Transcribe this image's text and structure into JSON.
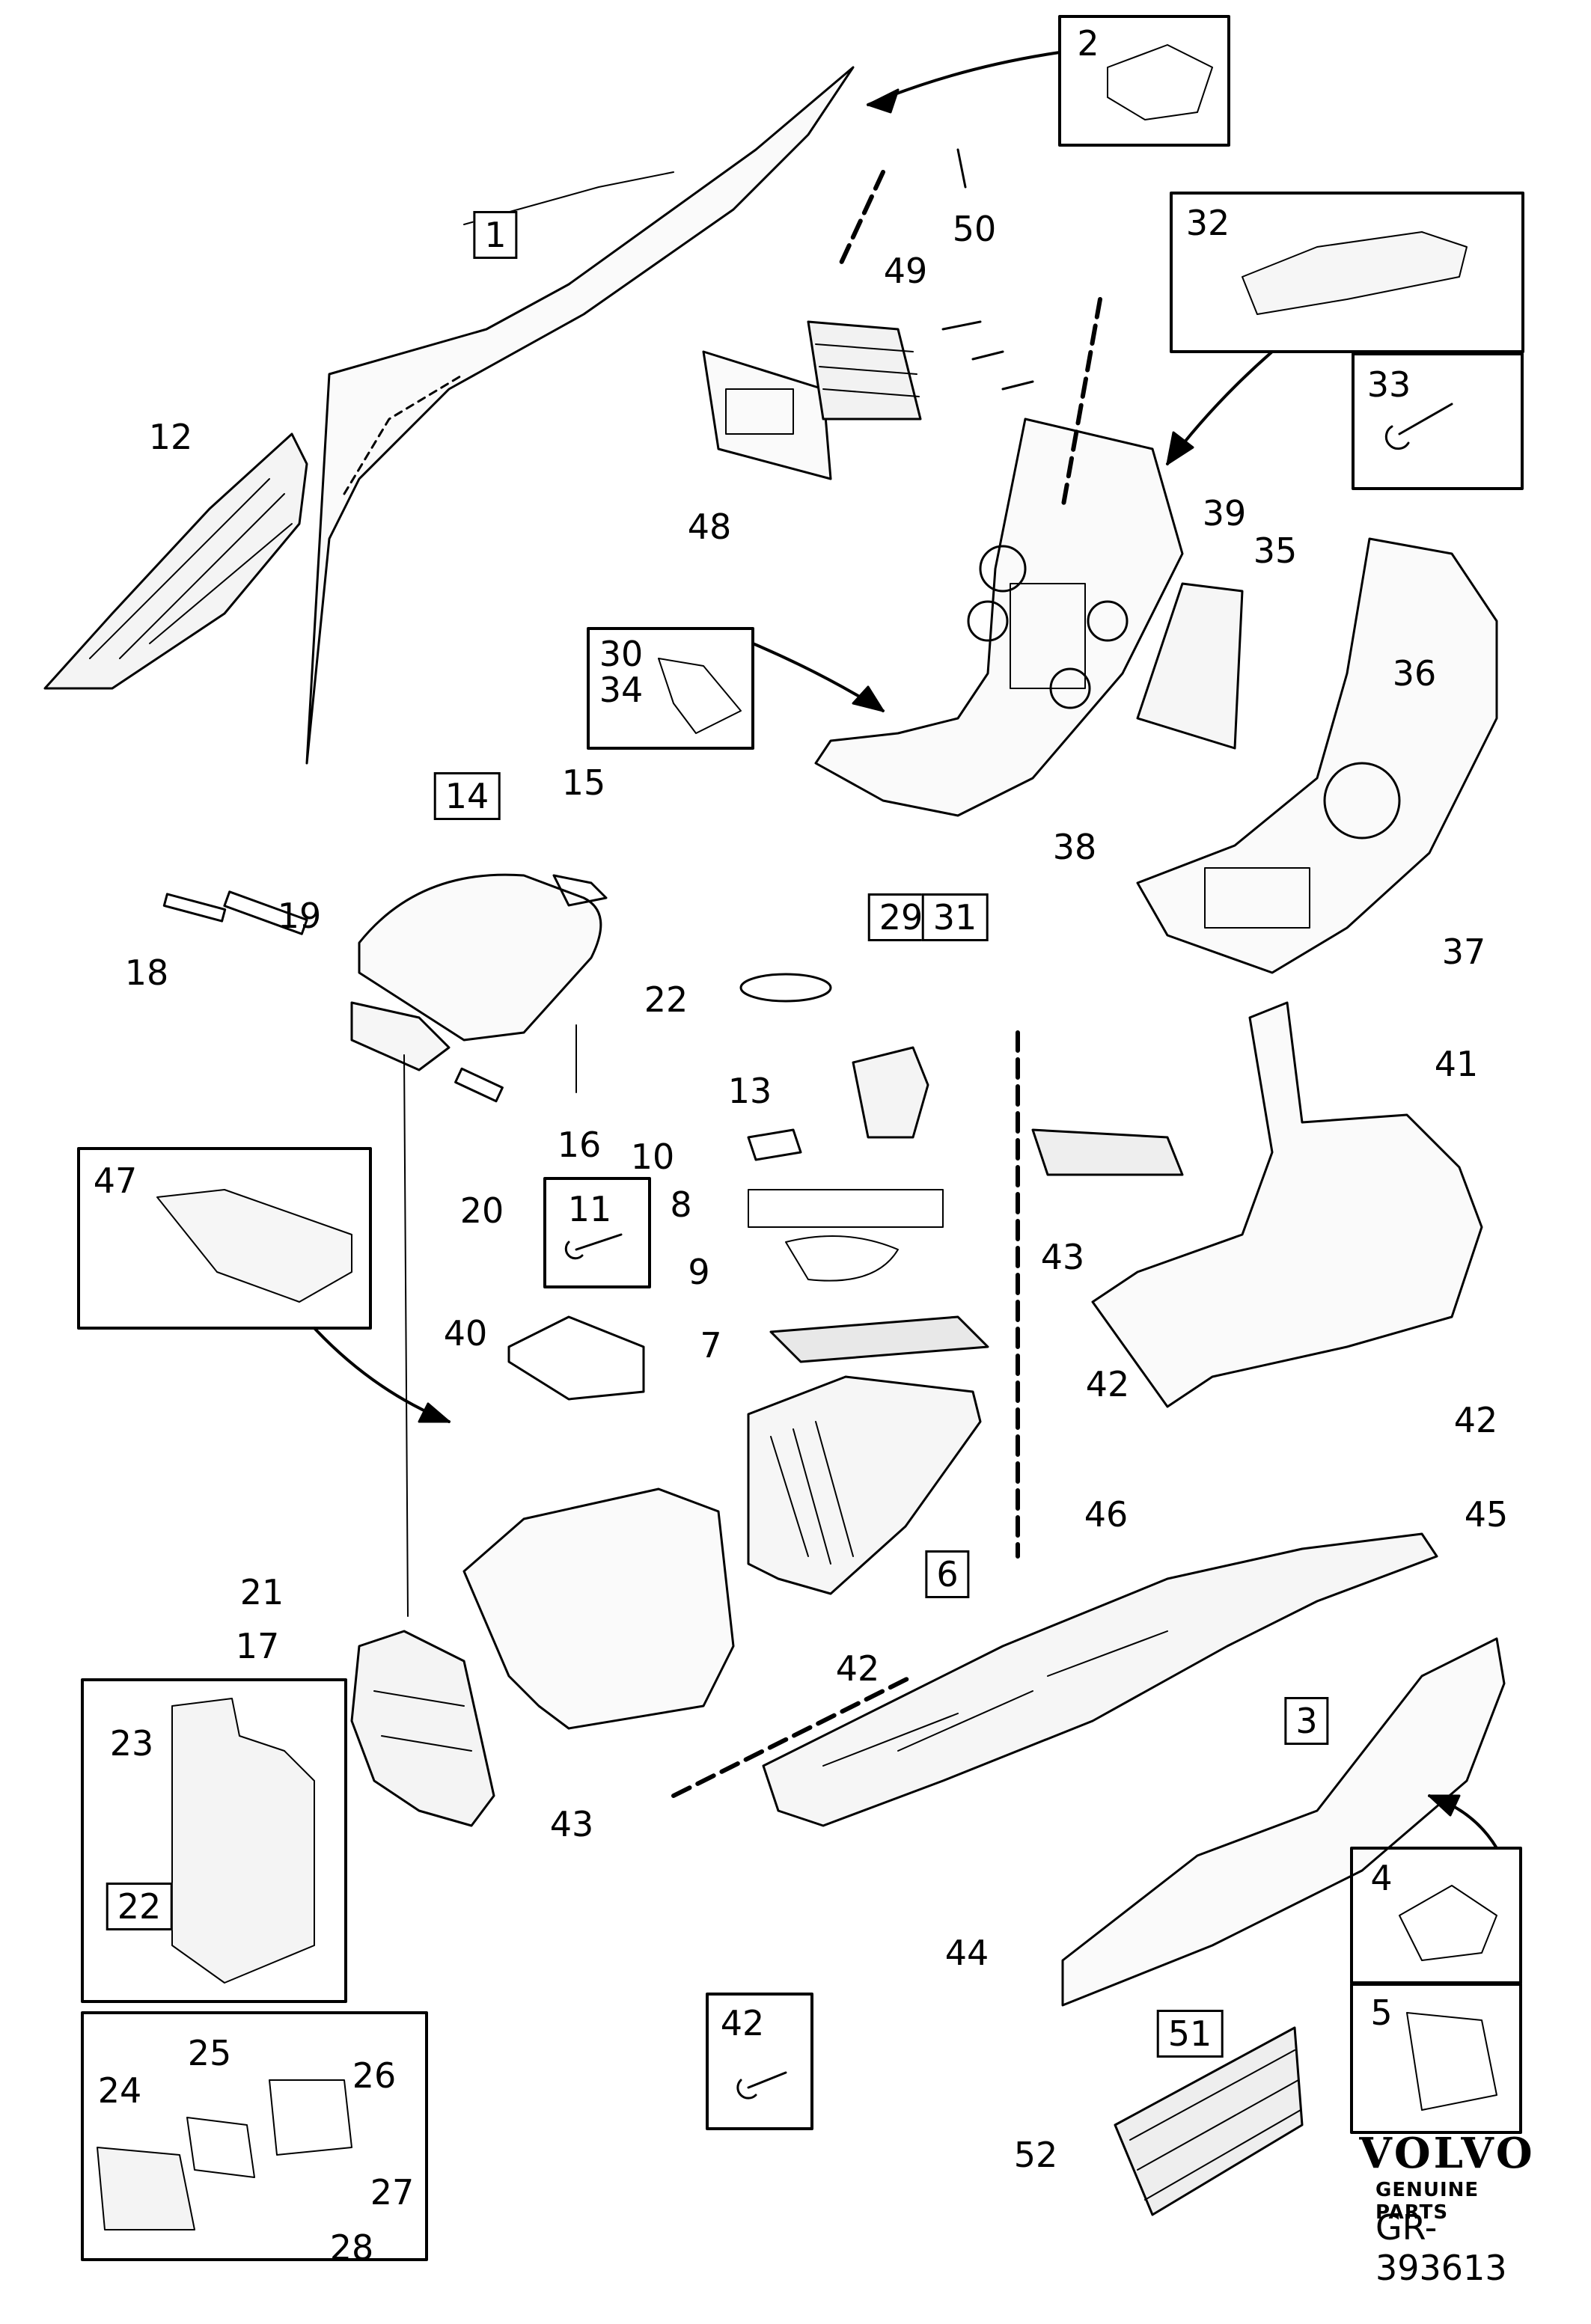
{
  "labels": {
    "l1": "1",
    "l2": "2",
    "l3": "3",
    "l4": "4",
    "l5": "5",
    "l6": "6",
    "l7": "7",
    "l8": "8",
    "l9": "9",
    "l10": "10",
    "l11": "11",
    "l12": "12",
    "l13": "13",
    "l14": "14",
    "l15": "15",
    "l16": "16",
    "l17": "17",
    "l18": "18",
    "l19": "19",
    "l20": "20",
    "l21": "21",
    "l22a": "22",
    "l22b": "22",
    "l23": "23",
    "l24": "24",
    "l25": "25",
    "l26": "26",
    "l27": "27",
    "l28": "28",
    "l29": "29",
    "l31": "31",
    "l30": "30",
    "l34": "34",
    "l32": "32",
    "l33": "33",
    "l35": "35",
    "l36": "36",
    "l37": "37",
    "l38": "38",
    "l39": "39",
    "l40": "40",
    "l41": "41",
    "l42a": "42",
    "l42b": "42",
    "l42c": "42",
    "l42d": "42",
    "l43a": "43",
    "l43b": "43",
    "l44": "44",
    "l45": "45",
    "l46": "46",
    "l47": "47",
    "l48": "48",
    "l49": "49",
    "l50": "50",
    "l51": "51",
    "l52": "52"
  },
  "brand": {
    "name": "VOLVO",
    "tagline": "GENUINE PARTS"
  },
  "reference": "GR-393613"
}
